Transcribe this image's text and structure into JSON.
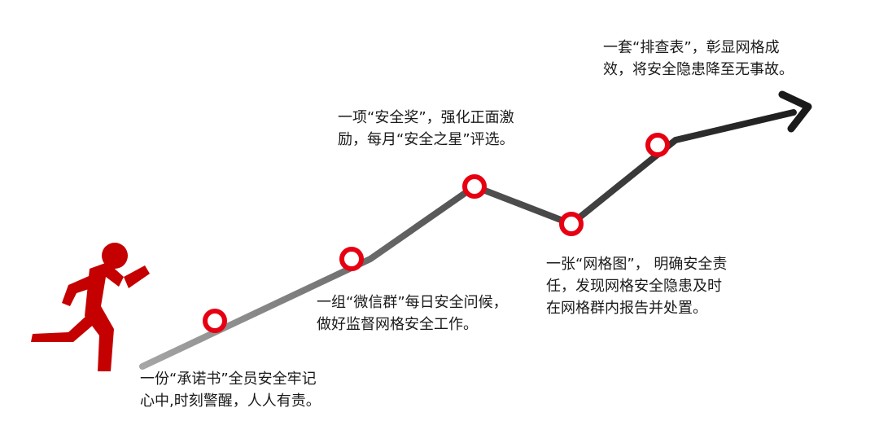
{
  "colors": {
    "runner": "#c40000",
    "marker": "#e60012",
    "line_light": "#a6a6a6",
    "line_mid": "#5a5a5a",
    "line_dark": "#1a1a1a"
  },
  "icons": {
    "runner": "running-person-icon",
    "arrow": "arrow-head-icon"
  },
  "steps": [
    {
      "line1": "一份“承诺书”全员安全牢记",
      "line2": "心中,时刻警醒，人人有责。"
    },
    {
      "line1": "一组“微信群”每日安全问候，",
      "line2": "做好监督网格安全工作。"
    },
    {
      "line1": "一项“安全奖”，强化正面激",
      "line2": "励，每月“安全之星”评选。"
    },
    {
      "line1": "一张“网格图”，  明确安全责",
      "line2": "任，发现网格安全隐患及时",
      "line3": "在网格群内报告并处置。"
    },
    {
      "line1": "一套“排查表”，彰显网格成",
      "line2": "效，将安全隐患降至无事故。"
    }
  ]
}
